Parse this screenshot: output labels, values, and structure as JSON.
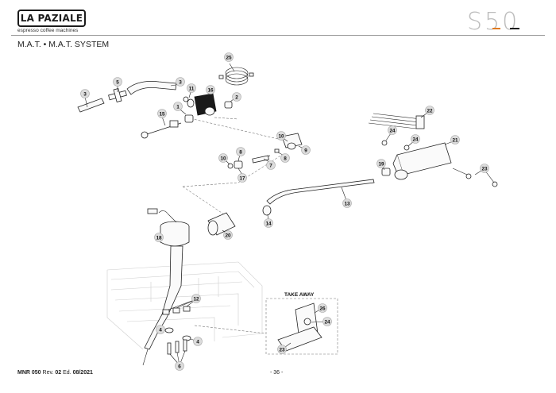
{
  "header": {
    "brand": "LA PAZIALE",
    "tagline": "espresso coffee machines",
    "model_mark": "S50"
  },
  "section_title": "M.A.T. • M.A.T. SYSTEM",
  "diagram": {
    "takeaway_title": "TAKE AWAY",
    "part_labels": [
      "1",
      "2",
      "3",
      "3",
      "4",
      "4",
      "5",
      "6",
      "7",
      "8",
      "8",
      "9",
      "10",
      "10",
      "11",
      "12",
      "13",
      "14",
      "15",
      "16",
      "17",
      "18",
      "19",
      "20",
      "21",
      "22",
      "23",
      "23",
      "24",
      "24",
      "24",
      "25",
      "26"
    ]
  },
  "footer": {
    "doc_code": "MNR 050",
    "rev_label": "Rev.",
    "rev": "02",
    "ed_label": "Ed.",
    "edition": "08/2021",
    "page": "- 36 -"
  }
}
